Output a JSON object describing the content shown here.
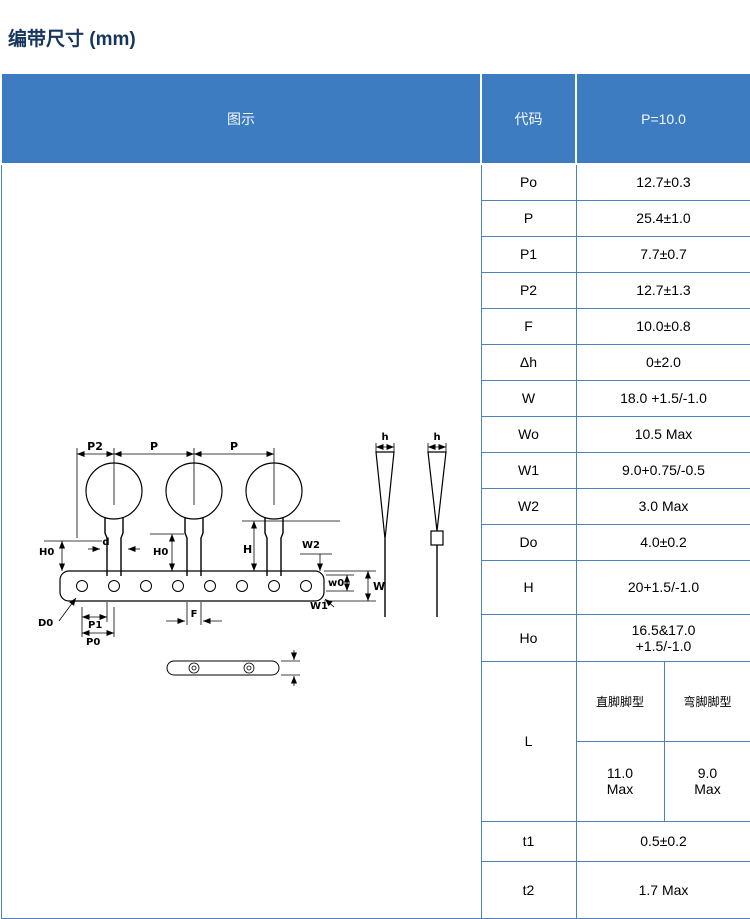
{
  "page": {
    "title": "编带尺寸  (mm)"
  },
  "table": {
    "header": {
      "diagram": "图示",
      "code": "代码",
      "value": "P=10.0"
    },
    "rows": [
      {
        "code": "Po",
        "value": "12.7±0.3"
      },
      {
        "code": "P",
        "value": "25.4±1.0"
      },
      {
        "code": "P1",
        "value": "7.7±0.7"
      },
      {
        "code": "P2",
        "value": "12.7±1.3"
      },
      {
        "code": "F",
        "value": "10.0±0.8"
      },
      {
        "code": "Δh",
        "value": "0±2.0"
      },
      {
        "code": "W",
        "value": "18.0 +1.5/-1.0"
      },
      {
        "code": "Wo",
        "value": "10.5 Max"
      },
      {
        "code": "W1",
        "value": "9.0+0.75/-0.5"
      },
      {
        "code": "W2",
        "value": "3.0 Max"
      },
      {
        "code": "Do",
        "value": "4.0±0.2"
      },
      {
        "code": "H",
        "value": "20+1.5/-1.0"
      },
      {
        "code": "Ho",
        "value": "16.5&17.0\n+1.5/-1.0"
      }
    ],
    "l_row": {
      "code": "L",
      "col1_header": "直脚脚型",
      "col2_header": "弯脚脚型",
      "col1_value": "11.0\nMax",
      "col2_value": "9.0\nMax"
    },
    "bottom_rows": [
      {
        "code": "t1",
        "value": "0.5±0.2"
      },
      {
        "code": "t2",
        "value": "1.7 Max"
      }
    ]
  },
  "diagram": {
    "labels": {
      "P2": "P2",
      "P": "P",
      "h": "h",
      "d": "d",
      "H0": "H0",
      "H": "H",
      "W2": "W2",
      "w0": "w0",
      "W": "W",
      "W1": "W1",
      "D0": "D0",
      "P1": "P1",
      "P0": "P0",
      "F": "F"
    }
  },
  "colors": {
    "header_bg": "#3e7cc1",
    "border": "#4f81bd",
    "title": "#17365d"
  }
}
